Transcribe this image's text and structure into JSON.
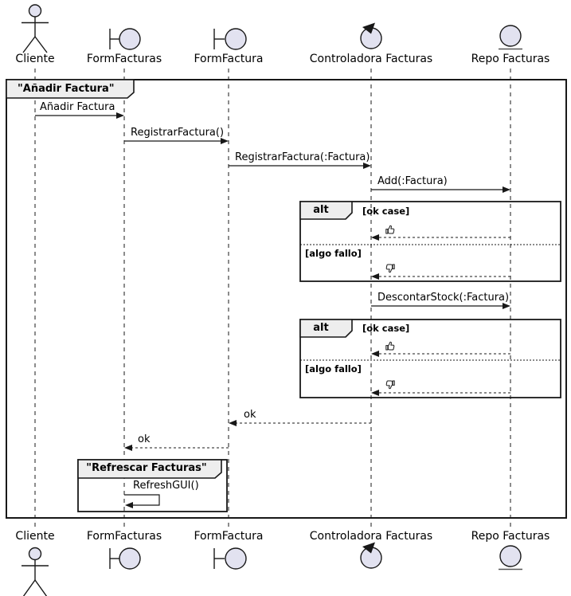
{
  "diagram_type": "uml-sequence",
  "main_frame_title": "\"Añadir Factura\"",
  "group_frame_title": "\"Refrescar Facturas\"",
  "participants": {
    "cliente": {
      "label": "Cliente",
      "icon": "actor-icon"
    },
    "form_facturas": {
      "label": "FormFacturas",
      "icon": "boundary-icon"
    },
    "form_factura": {
      "label": "FormFactura",
      "icon": "boundary-icon"
    },
    "controladora": {
      "label": "Controladora Facturas",
      "icon": "control-icon"
    },
    "repo": {
      "label": "Repo Facturas",
      "icon": "entity-icon"
    }
  },
  "messages": [
    {
      "label": "Añadir Factura",
      "from": "Cliente",
      "to": "FormFacturas",
      "style": "solid"
    },
    {
      "label": "RegistrarFactura()",
      "from": "FormFacturas",
      "to": "FormFactura",
      "style": "solid"
    },
    {
      "label": "RegistrarFactura(:Factura)",
      "from": "FormFactura",
      "to": "Controladora Facturas",
      "style": "solid"
    },
    {
      "label": "Add(:Factura)",
      "from": "Controladora Facturas",
      "to": "Repo Facturas",
      "style": "solid"
    },
    {
      "label": "DescontarStock(:Factura)",
      "from": "Controladora Facturas",
      "to": "Repo Facturas",
      "style": "solid"
    },
    {
      "label": "ok",
      "from": "Controladora Facturas",
      "to": "FormFactura",
      "style": "dashed-return"
    },
    {
      "label": "ok",
      "from": "FormFactura",
      "to": "FormFacturas",
      "style": "dashed-return"
    },
    {
      "label": "RefreshGUI()",
      "from": "FormFacturas",
      "to": "FormFacturas",
      "style": "self"
    }
  ],
  "alts": [
    {
      "operator": "alt",
      "sections": [
        {
          "guard": "[ok case]",
          "return_icon": "thumbs-up-icon",
          "from": "Repo Facturas",
          "to": "Controladora Facturas"
        },
        {
          "guard": "[algo fallo]",
          "return_icon": "thumbs-down-icon",
          "from": "Repo Facturas",
          "to": "Controladora Facturas"
        }
      ]
    },
    {
      "operator": "alt",
      "sections": [
        {
          "guard": "[ok case]",
          "return_icon": "thumbs-up-icon",
          "from": "Repo Facturas",
          "to": "Controladora Facturas"
        },
        {
          "guard": "[algo fallo]",
          "return_icon": "thumbs-down-icon",
          "from": "Repo Facturas",
          "to": "Controladora Facturas"
        }
      ]
    }
  ],
  "colors": {
    "participant_fill": "#E2E2F0",
    "line": "#181818",
    "frame_tab_fill": "#EEEEEE",
    "background": "#FFFFFF"
  }
}
